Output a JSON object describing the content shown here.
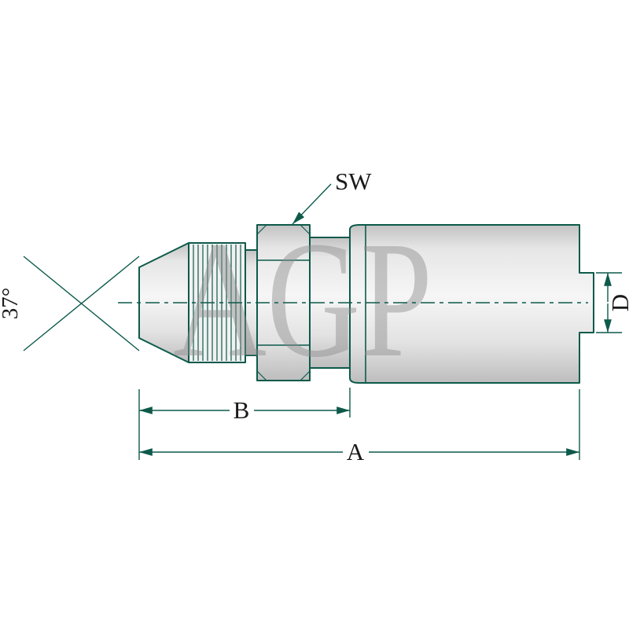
{
  "diagram": {
    "labels": {
      "angle": "37°",
      "wrench_size": "SW",
      "length_b": "B",
      "length_a": "A",
      "diameter_d": "D"
    },
    "watermark": "AGP",
    "colors": {
      "line": "#0d5a4b",
      "text": "#1a1a1a",
      "watermark": "#8c8c8c",
      "metal_light": "#f6f6f6",
      "metal_dark": "#bdbdbd",
      "thread_fill": "#f1f1f1",
      "background": "#ffffff"
    }
  }
}
